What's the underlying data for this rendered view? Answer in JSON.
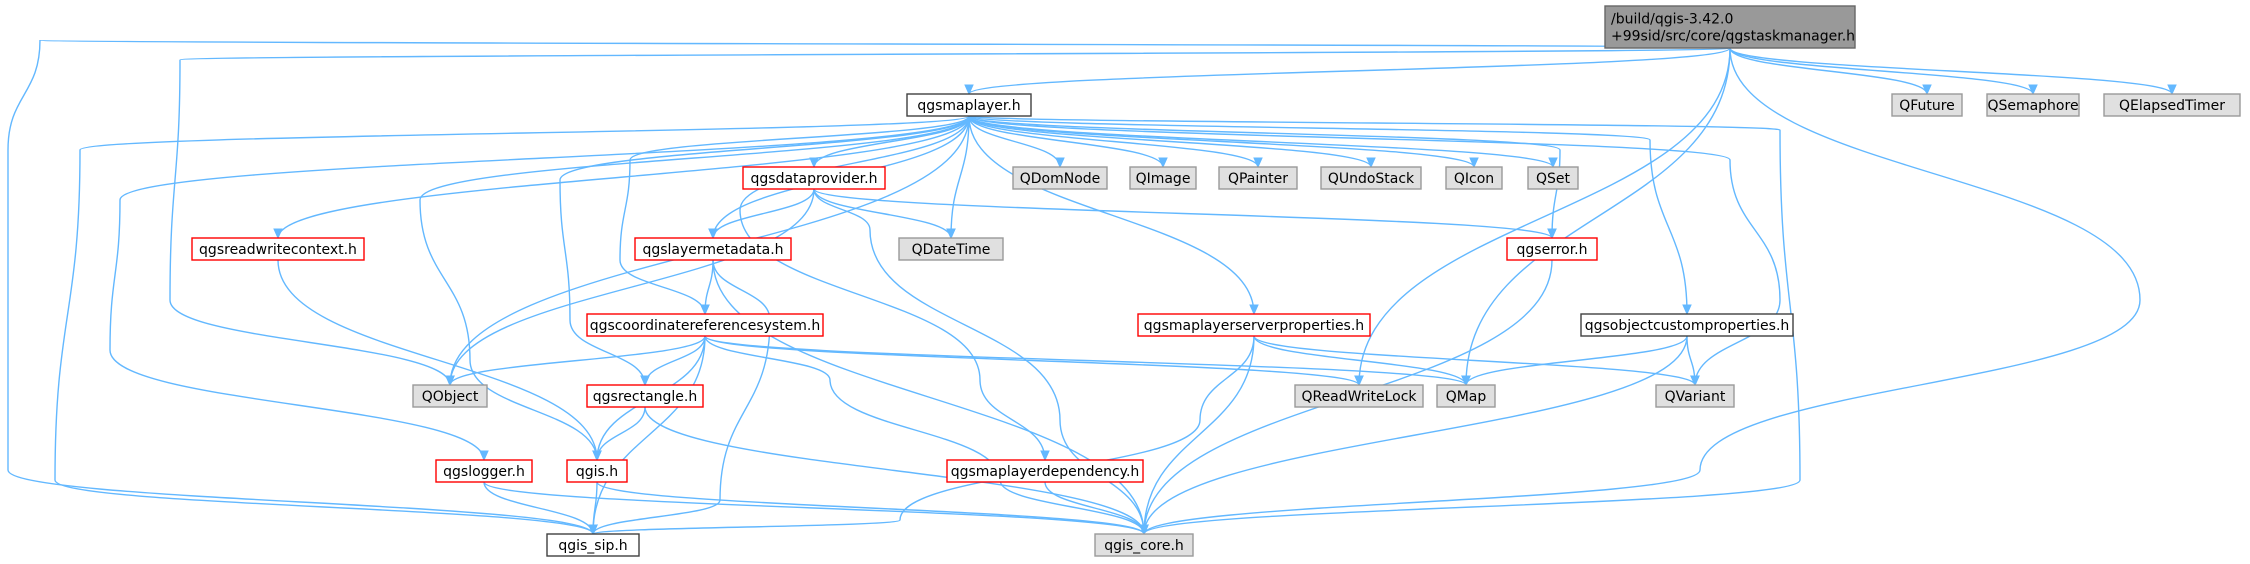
{
  "colors": {
    "root_fill": "#999999",
    "root_border": "#666666",
    "normal_fill": "#ffffff",
    "normal_border": "#404040",
    "red_border": "#ff0000",
    "external_fill": "#e0e0e0",
    "external_border": "#999999",
    "edge": "#63b8ff"
  },
  "nodes": [
    {
      "id": "root",
      "lines": [
        "/build/qgis-3.42.0",
        "+99sid/src/core/qgstaskmanager.h"
      ],
      "style": "root"
    },
    {
      "id": "qgsmaplayer",
      "lines": [
        "qgsmaplayer.h"
      ],
      "style": "normal"
    },
    {
      "id": "qfuture",
      "lines": [
        "QFuture"
      ],
      "style": "external"
    },
    {
      "id": "qsemaphore",
      "lines": [
        "QSemaphore"
      ],
      "style": "external"
    },
    {
      "id": "qelapsedtimer",
      "lines": [
        "QElapsedTimer"
      ],
      "style": "external"
    },
    {
      "id": "qgsdataprovider",
      "lines": [
        "qgsdataprovider.h"
      ],
      "style": "red"
    },
    {
      "id": "qdomnode",
      "lines": [
        "QDomNode"
      ],
      "style": "external"
    },
    {
      "id": "qimage",
      "lines": [
        "QImage"
      ],
      "style": "external"
    },
    {
      "id": "qpainter",
      "lines": [
        "QPainter"
      ],
      "style": "external"
    },
    {
      "id": "qundostack",
      "lines": [
        "QUndoStack"
      ],
      "style": "external"
    },
    {
      "id": "qicon",
      "lines": [
        "QIcon"
      ],
      "style": "external"
    },
    {
      "id": "qset",
      "lines": [
        "QSet"
      ],
      "style": "external"
    },
    {
      "id": "qgsreadwritecontext",
      "lines": [
        "qgsreadwritecontext.h"
      ],
      "style": "red"
    },
    {
      "id": "qgslayermetadata",
      "lines": [
        "qgslayermetadata.h"
      ],
      "style": "red"
    },
    {
      "id": "qdatetime",
      "lines": [
        "QDateTime"
      ],
      "style": "external"
    },
    {
      "id": "qgserror",
      "lines": [
        "qgserror.h"
      ],
      "style": "red"
    },
    {
      "id": "qgscrs",
      "lines": [
        "qgscoordinatereferencesystem.h"
      ],
      "style": "red"
    },
    {
      "id": "qgsmaplayerserverproperties",
      "lines": [
        "qgsmaplayerserverproperties.h"
      ],
      "style": "red"
    },
    {
      "id": "qgsobjectcustomproperties",
      "lines": [
        "qgsobjectcustomproperties.h"
      ],
      "style": "normal"
    },
    {
      "id": "qobject",
      "lines": [
        "QObject"
      ],
      "style": "external"
    },
    {
      "id": "qgsrectangle",
      "lines": [
        "qgsrectangle.h"
      ],
      "style": "red"
    },
    {
      "id": "qreadwritelock",
      "lines": [
        "QReadWriteLock"
      ],
      "style": "external"
    },
    {
      "id": "qmap",
      "lines": [
        "QMap"
      ],
      "style": "external"
    },
    {
      "id": "qvariant",
      "lines": [
        "QVariant"
      ],
      "style": "external"
    },
    {
      "id": "qgslogger",
      "lines": [
        "qgslogger.h"
      ],
      "style": "red"
    },
    {
      "id": "qgis",
      "lines": [
        "qgis.h"
      ],
      "style": "red"
    },
    {
      "id": "qgsmaplayerdependency",
      "lines": [
        "qgsmaplayerdependency.h"
      ],
      "style": "red"
    },
    {
      "id": "qgis_sip",
      "lines": [
        "qgis_sip.h"
      ],
      "style": "normal"
    },
    {
      "id": "qgis_core",
      "lines": [
        "qgis_core.h"
      ],
      "style": "external"
    }
  ],
  "edges": [
    [
      "root",
      "qgsmaplayer"
    ],
    [
      "root",
      "qfuture"
    ],
    [
      "root",
      "qsemaphore"
    ],
    [
      "root",
      "qelapsedtimer"
    ],
    [
      "root",
      "qobject"
    ],
    [
      "root",
      "qreadwritelock"
    ],
    [
      "root",
      "qmap"
    ],
    [
      "root",
      "qgis_core"
    ],
    [
      "root",
      "qgis_sip"
    ],
    [
      "qgsmaplayer",
      "qgsdataprovider"
    ],
    [
      "qgsmaplayer",
      "qdomnode"
    ],
    [
      "qgsmaplayer",
      "qimage"
    ],
    [
      "qgsmaplayer",
      "qpainter"
    ],
    [
      "qgsmaplayer",
      "qundostack"
    ],
    [
      "qgsmaplayer",
      "qicon"
    ],
    [
      "qgsmaplayer",
      "qset"
    ],
    [
      "qgsmaplayer",
      "qgsreadwritecontext"
    ],
    [
      "qgsmaplayer",
      "qgslayermetadata"
    ],
    [
      "qgsmaplayer",
      "qdatetime"
    ],
    [
      "qgsmaplayer",
      "qgserror"
    ],
    [
      "qgsmaplayer",
      "qgscrs"
    ],
    [
      "qgsmaplayer",
      "qgsmaplayerserverproperties"
    ],
    [
      "qgsmaplayer",
      "qgsobjectcustomproperties"
    ],
    [
      "qgsmaplayer",
      "qobject"
    ],
    [
      "qgsmaplayer",
      "qgsrectangle"
    ],
    [
      "qgsmaplayer",
      "qvariant"
    ],
    [
      "qgsmaplayer",
      "qgslogger"
    ],
    [
      "qgsmaplayer",
      "qgis"
    ],
    [
      "qgsmaplayer",
      "qgsmaplayerdependency"
    ],
    [
      "qgsmaplayer",
      "qgis_sip"
    ],
    [
      "qgsmaplayer",
      "qgis_core"
    ],
    [
      "qgsdataprovider",
      "qgslayermetadata"
    ],
    [
      "qgsdataprovider",
      "qdatetime"
    ],
    [
      "qgsdataprovider",
      "qgserror"
    ],
    [
      "qgsdataprovider",
      "qobject"
    ],
    [
      "qgsdataprovider",
      "qgis_core"
    ],
    [
      "qgsreadwritecontext",
      "qgis"
    ],
    [
      "qgslayermetadata",
      "qgscrs"
    ],
    [
      "qgslayermetadata",
      "qgis_sip"
    ],
    [
      "qgslayermetadata",
      "qgis_core"
    ],
    [
      "qgserror",
      "qgis_core"
    ],
    [
      "qgscrs",
      "qobject"
    ],
    [
      "qgscrs",
      "qgsrectangle"
    ],
    [
      "qgscrs",
      "qreadwritelock"
    ],
    [
      "qgscrs",
      "qmap"
    ],
    [
      "qgscrs",
      "qgis"
    ],
    [
      "qgscrs",
      "qgis_sip"
    ],
    [
      "qgscrs",
      "qgis_core"
    ],
    [
      "qgsmaplayerserverproperties",
      "qmap"
    ],
    [
      "qgsmaplayerserverproperties",
      "qvariant"
    ],
    [
      "qgsmaplayerserverproperties",
      "qgis_sip"
    ],
    [
      "qgsmaplayerserverproperties",
      "qgis_core"
    ],
    [
      "qgsobjectcustomproperties",
      "qmap"
    ],
    [
      "qgsobjectcustomproperties",
      "qvariant"
    ],
    [
      "qgsobjectcustomproperties",
      "qgis_core"
    ],
    [
      "qgsrectangle",
      "qgis"
    ],
    [
      "qgsrectangle",
      "qgis_core"
    ],
    [
      "qgslogger",
      "qgis_sip"
    ],
    [
      "qgslogger",
      "qgis_core"
    ],
    [
      "qgis",
      "qgis_sip"
    ],
    [
      "qgis",
      "qgis_core"
    ],
    [
      "qgsmaplayerdependency",
      "qgis_core"
    ]
  ]
}
